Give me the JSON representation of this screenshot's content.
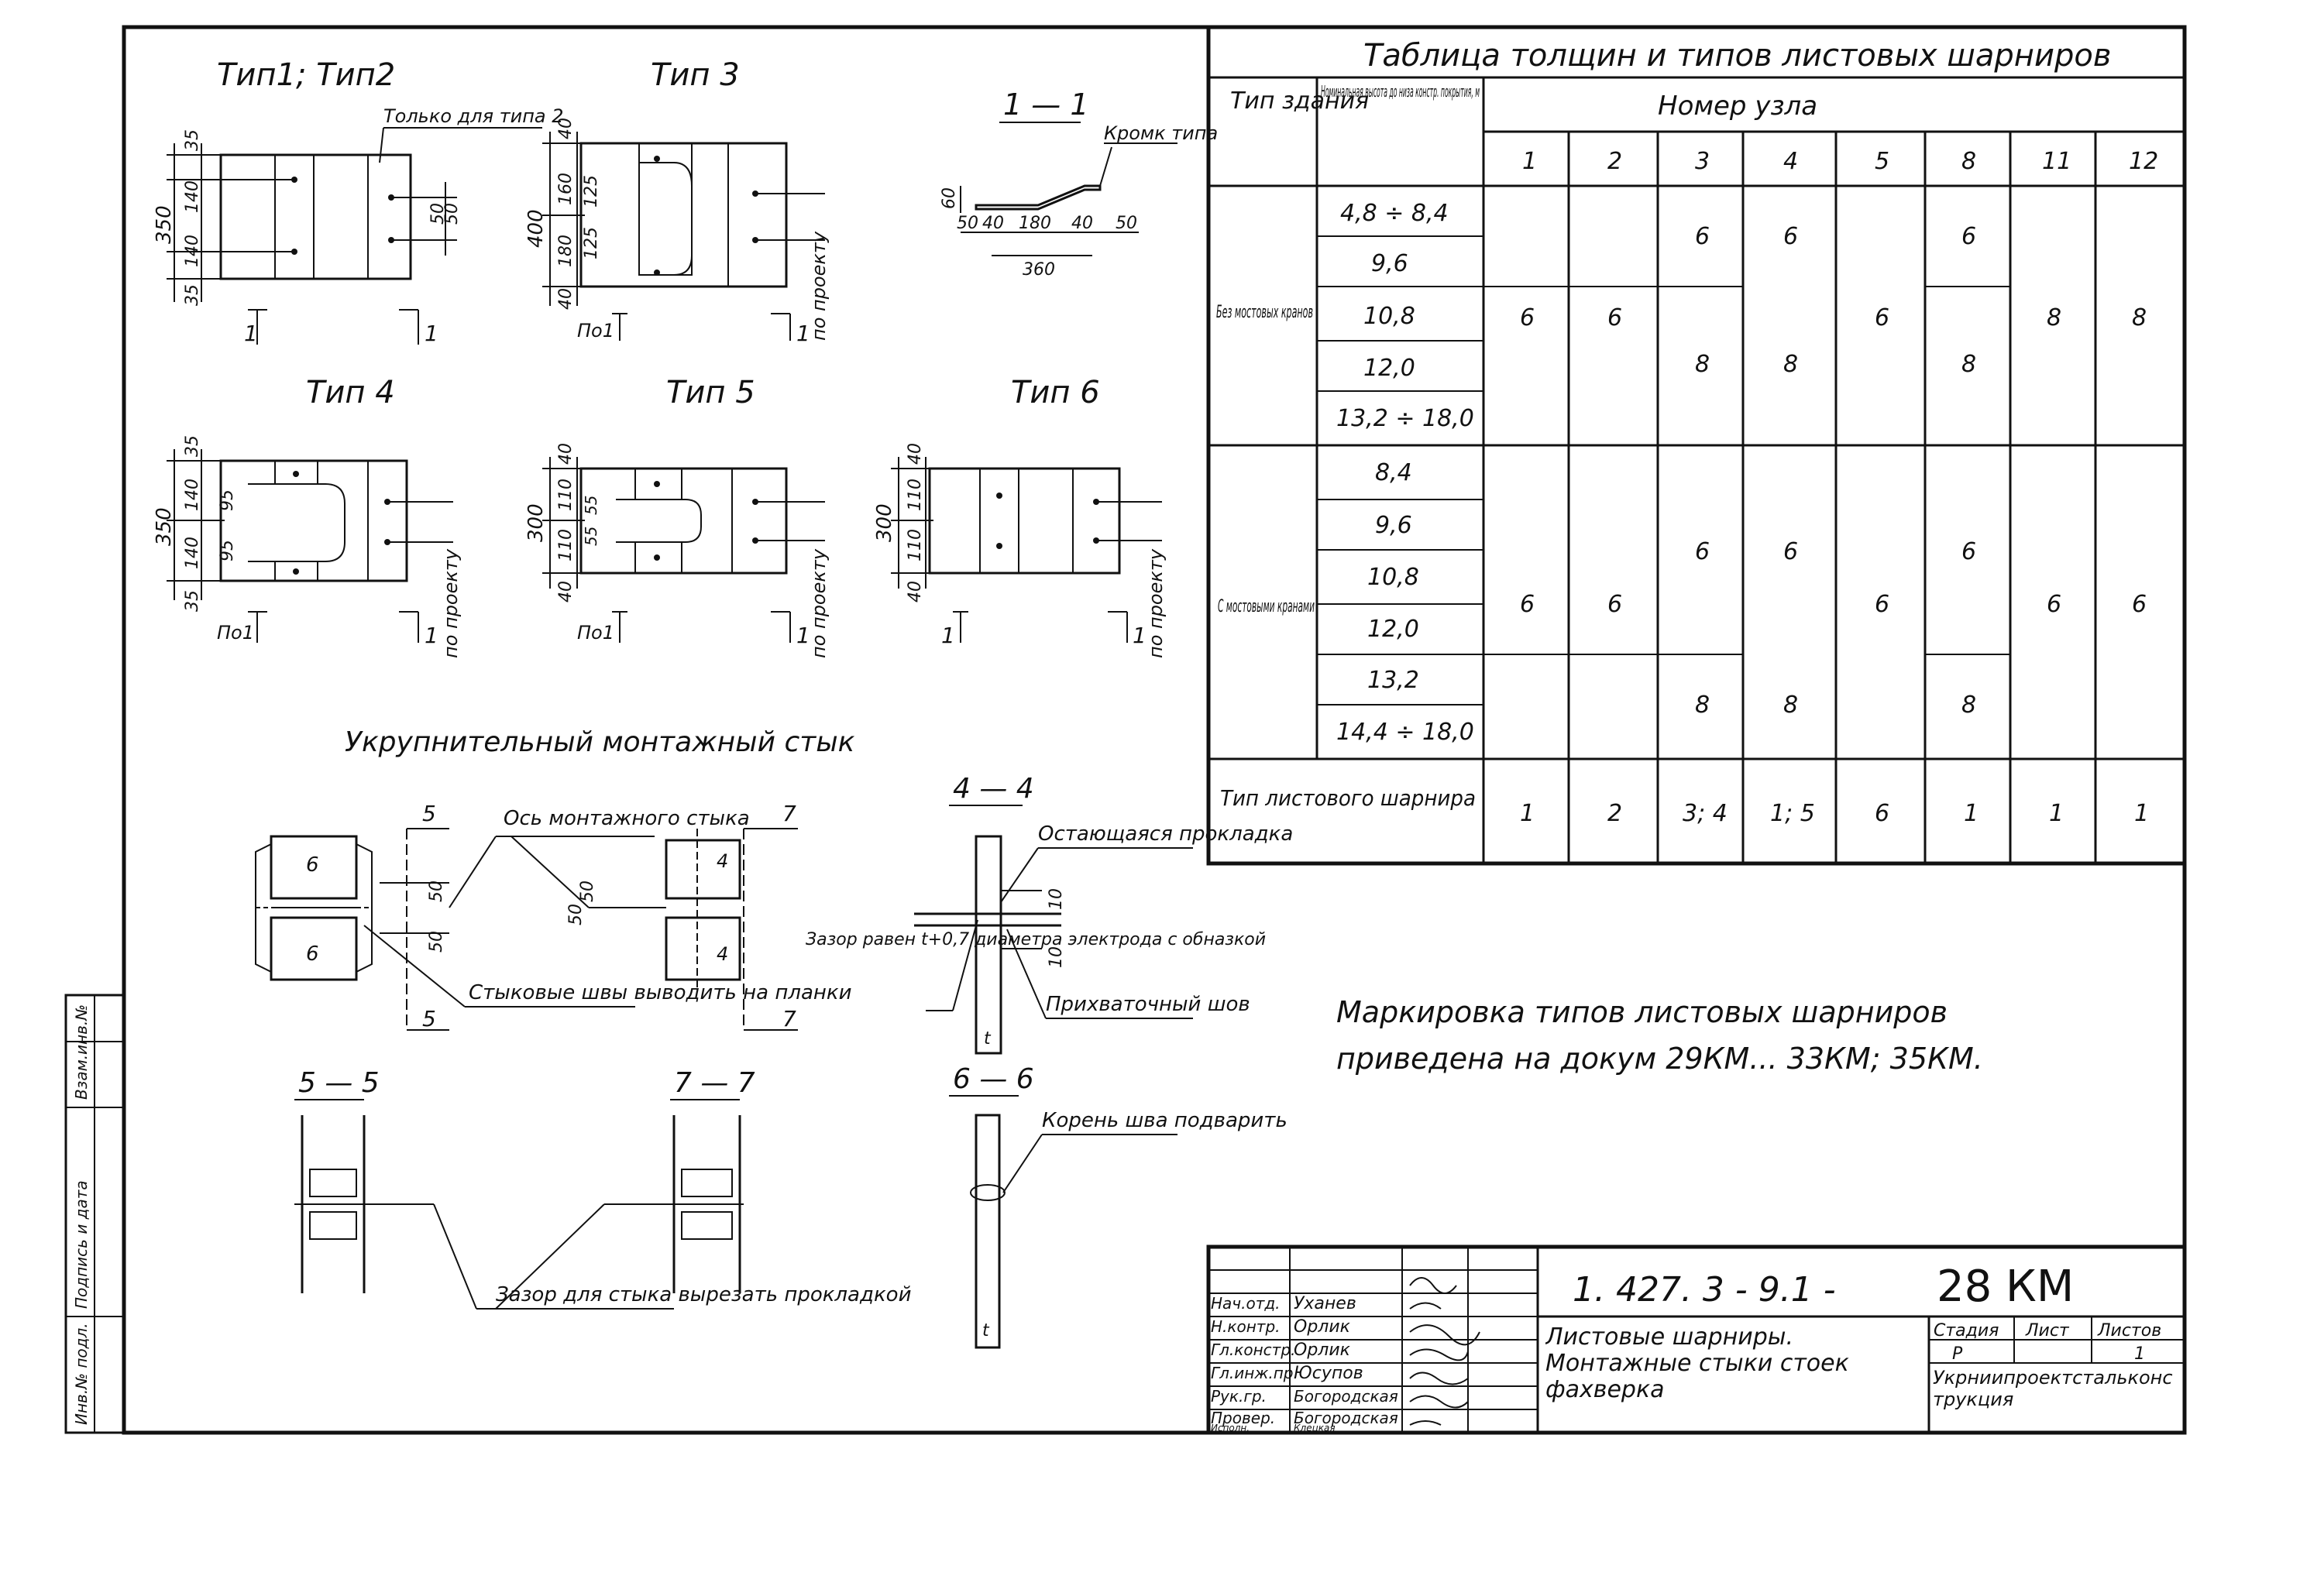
{
  "drawing": {
    "type_labels": {
      "t12": "Тип1; Тип2",
      "t3": "Тип 3",
      "t4": "Тип 4",
      "t5": "Тип 5",
      "t6": "Тип 6",
      "only_for_type2": "Только для типа 2",
      "sec11_title": "1 — 1",
      "edge_type": "Кромк типа",
      "by_project": "по проекту"
    },
    "dims": {
      "t12": [
        "35",
        "140",
        "140",
        "35",
        "350",
        "50",
        "50"
      ],
      "t3": [
        "40",
        "160",
        "180",
        "40",
        "400",
        "125",
        "125"
      ],
      "t4": [
        "35",
        "140",
        "140",
        "35",
        "350",
        "95",
        "95"
      ],
      "t5": [
        "40",
        "110",
        "110",
        "40",
        "300",
        "55",
        "55"
      ],
      "t6": [
        "40",
        "110",
        "110",
        "40",
        "300"
      ],
      "sec11": [
        "60",
        "50",
        "40",
        "180",
        "40",
        "50",
        "360"
      ]
    },
    "section_marks": {
      "one": "1",
      "po1": "По1",
      "five": "5",
      "seven": "7",
      "s55": "5 — 5",
      "s77": "7 — 7",
      "s44": "4 — 4",
      "s66": "6 — 6",
      "six": "6",
      "four": "4"
    },
    "joint": {
      "title": "Укрупнительный монтажный стык",
      "axis": "Ось монтажного стыка",
      "welds": "Стыковые швы выводить на планки",
      "gap": "Зазор равен t+0,7 диаметра электрода с обназкой",
      "remaining": "Остающаяся прокладка",
      "tack": "Прихваточный шов",
      "root": "Корень шва подварить",
      "gap_cut": "Зазор для стыка вырезать прокладкой",
      "d50": "50",
      "d10": "10",
      "t": "t"
    },
    "marking_note_1": "Маркировка типов листовых шарниров",
    "marking_note_2": "приведена на докум 29КМ... 33КМ; 35КМ."
  },
  "table": {
    "title": "Таблица толщин и типов листовых шарниров",
    "col_type": "Тип здания",
    "col_height": "Номинальная высота до низа констр. покрытия, м",
    "col_nodes": "Номер узла",
    "nodes": [
      "1",
      "2",
      "3",
      "4",
      "5",
      "8",
      "11",
      "12"
    ],
    "group1": {
      "name": "Без мостовых кранов",
      "heights": [
        "4,8 ÷ 8,4",
        "9,6",
        "10,8",
        "12,0",
        "13,2 ÷ 18,0"
      ],
      "c1": "6",
      "c2": "6",
      "c3a": "6",
      "c3b": "8",
      "c4a": "6",
      "c4b": "8",
      "c5": "6",
      "c8a": "6",
      "c8b": "8",
      "c11": "8",
      "c12": "8"
    },
    "group2": {
      "name": "С мостовыми кранами",
      "heights": [
        "8,4",
        "9,6",
        "10,8",
        "12,0",
        "13,2",
        "14,4 ÷ 18,0"
      ],
      "c1": "6",
      "c2": "6",
      "c3a": "6",
      "c3b": "8",
      "c4a": "6",
      "c4b": "8",
      "c5": "6",
      "c8a": "6",
      "c8b": "8",
      "c11": "6",
      "c12": "6"
    },
    "row_hinge_label": "Тип листового шарнира",
    "row_hinge": [
      "1",
      "2",
      "3; 4",
      "1; 5",
      "6",
      "1",
      "1",
      "1"
    ]
  },
  "stamp": {
    "code": "1. 427. 3 - 9.1 -",
    "sheet_code": "28 КМ",
    "roles": [
      "Нач.отд.",
      "Н.контр.",
      "Гл.констр.",
      "Гл.инж.пр.",
      "Рук.гр.",
      "Провер.",
      "Исполн."
    ],
    "names": [
      "Уханев",
      "Орлик",
      "Орлик",
      "Юсупов",
      "Богородская",
      "Богородская",
      "Клецкая"
    ],
    "title": "Листовые шарниры. Монтажные стыки стоек фахверка",
    "stage_h": "Стадия",
    "sheet_h": "Лист",
    "sheets_h": "Листов",
    "stage": "Р",
    "sheets": "1",
    "org": "Укрниипроектстальконструкция"
  },
  "side_strip": {
    "inv": "Инв.№ подл.",
    "sign": "Подпись и дата",
    "replace": "Взам.инв.№"
  }
}
